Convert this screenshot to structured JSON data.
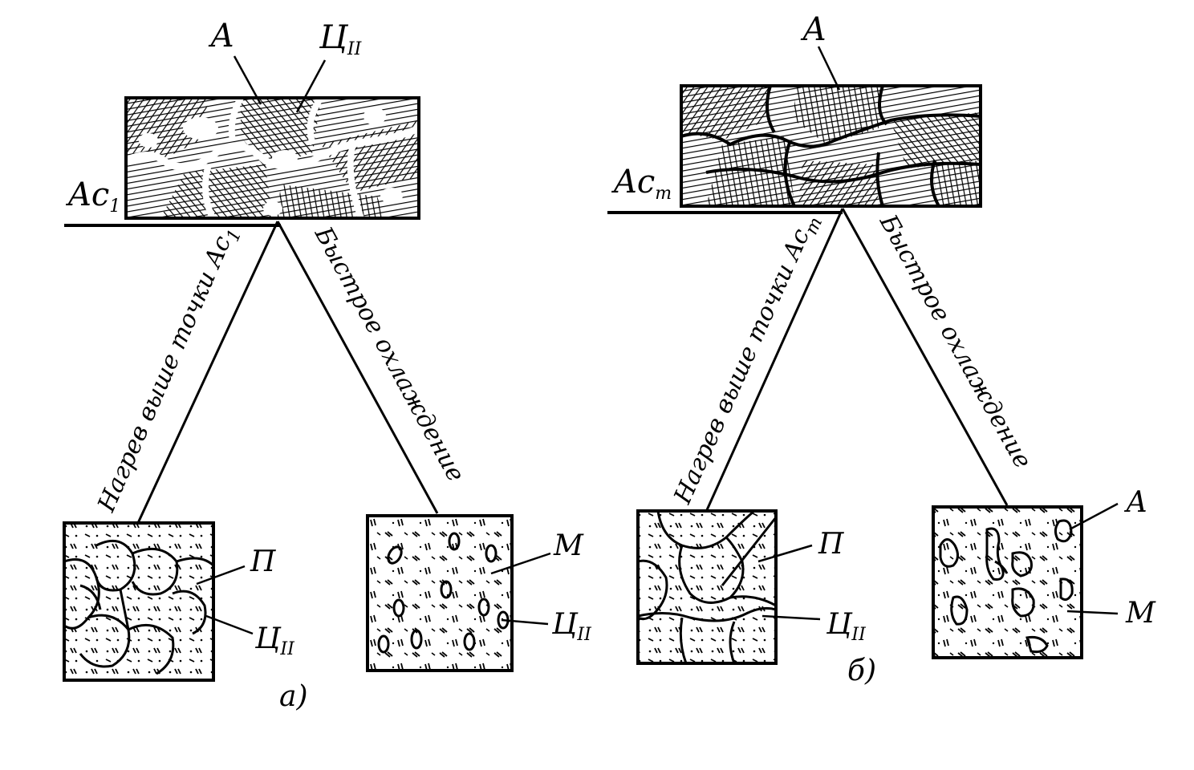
{
  "diagram_a": {
    "top_phase_A": "А",
    "top_phase_Ts": "Ц",
    "top_phase_Ts_sub": "II",
    "temp_line": "Ac",
    "temp_line_sub": "1",
    "left_path": "Нагрев выше точки Ac",
    "left_path_sub": "1",
    "right_path": "Быстрое охлаждение",
    "left_box_P": "П",
    "left_box_Ts": "Ц",
    "left_box_Ts_sub": "II",
    "right_box_M": "М",
    "right_box_Ts": "Ц",
    "right_box_Ts_sub": "II",
    "caption": "а)"
  },
  "diagram_b": {
    "top_phase_A": "А",
    "temp_line": "Ac",
    "temp_line_sub": "m",
    "left_path": "Нагрев выше точки Ac",
    "left_path_sub": "m",
    "right_path": "Быстрое охлаждение",
    "left_box_P": "П",
    "left_box_Ts": "Ц",
    "left_box_Ts_sub": "II",
    "right_box_A": "А",
    "right_box_M": "М",
    "caption": "б)"
  }
}
